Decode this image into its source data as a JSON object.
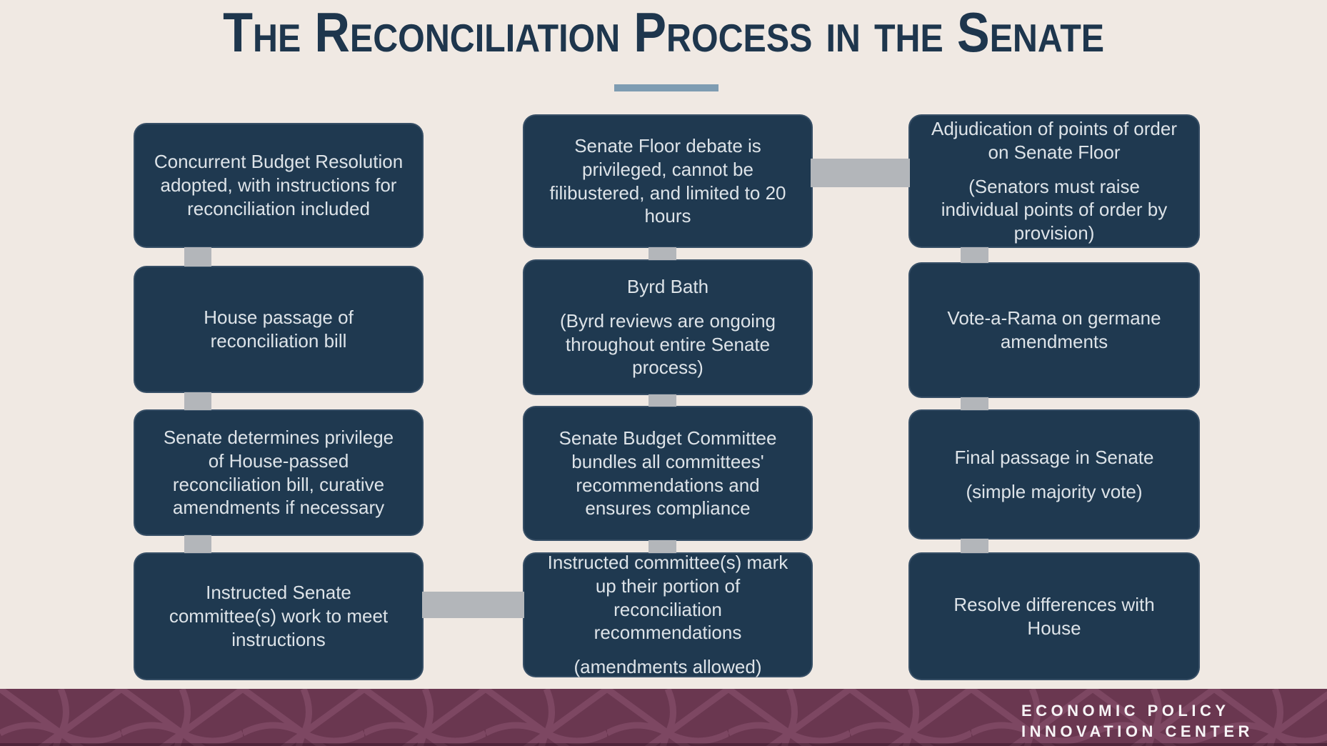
{
  "title": {
    "text": "The Reconciliation Process in the Senate"
  },
  "flow": {
    "columns": [
      {
        "name": "left",
        "boxes": [
          {
            "paragraphs": [
              "Concurrent Budget Resolution adopted, with instructions for reconciliation included"
            ]
          },
          {
            "paragraphs": [
              "House passage of reconciliation bill"
            ]
          },
          {
            "paragraphs": [
              "Senate determines privilege of House-passed reconciliation bill, curative amendments if necessary"
            ]
          },
          {
            "paragraphs": [
              "Instructed Senate committee(s) work to meet instructions"
            ]
          }
        ]
      },
      {
        "name": "middle",
        "boxes": [
          {
            "paragraphs": [
              "Senate Floor debate is privileged, cannot be filibustered, and limited to 20 hours"
            ]
          },
          {
            "paragraphs": [
              "Byrd Bath",
              "(Byrd reviews are ongoing throughout entire Senate process)"
            ]
          },
          {
            "paragraphs": [
              "Senate Budget Committee bundles all committees' recommendations and ensures compliance"
            ]
          },
          {
            "paragraphs": [
              "Instructed committee(s) mark up their portion of reconciliation recommendations",
              "(amendments allowed)"
            ]
          }
        ]
      },
      {
        "name": "right",
        "boxes": [
          {
            "paragraphs": [
              "Adjudication of points of order on Senate Floor",
              "(Senators must raise individual points of order by provision)"
            ]
          },
          {
            "paragraphs": [
              "Vote-a-Rama on germane amendments"
            ]
          },
          {
            "paragraphs": [
              "Final passage in Senate",
              "(simple majority vote)"
            ]
          },
          {
            "paragraphs": [
              "Resolve differences with House"
            ]
          }
        ]
      }
    ]
  },
  "footer": {
    "org_line1": "ECONOMIC POLICY",
    "org_line2": "INNOVATION CENTER"
  },
  "colors": {
    "background": "#f0e9e3",
    "box": "#1f3950",
    "box_text": "#dde3e8",
    "connector": "#b3b6ba",
    "title": "#1e364d",
    "underline": "#7e9cb2",
    "footer_bg": "#6a3750",
    "footer_pattern": "#8b5471",
    "footer_text": "#f7f4f6"
  }
}
